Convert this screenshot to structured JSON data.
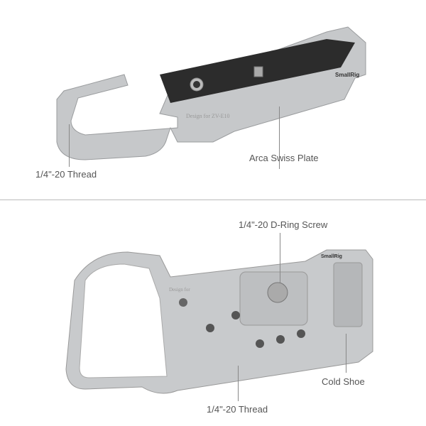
{
  "top_panel": {
    "callouts": {
      "thread": "1/4\"-20 Thread",
      "arca": "Arca Swiss Plate"
    },
    "engravings": {
      "brand": "SmallRig",
      "model": "Design for ZV-E10"
    }
  },
  "bottom_panel": {
    "callouts": {
      "dring": "1/4\"-20 D-Ring Screw",
      "cold_shoe": "Cold Shoe",
      "thread": "1/4\"-20 Thread"
    },
    "engravings": {
      "brand": "SmallRig",
      "model": "Design for"
    }
  },
  "colors": {
    "metal": "#c4c6c8",
    "grip": "#2a2a2a",
    "text": "#555555"
  }
}
